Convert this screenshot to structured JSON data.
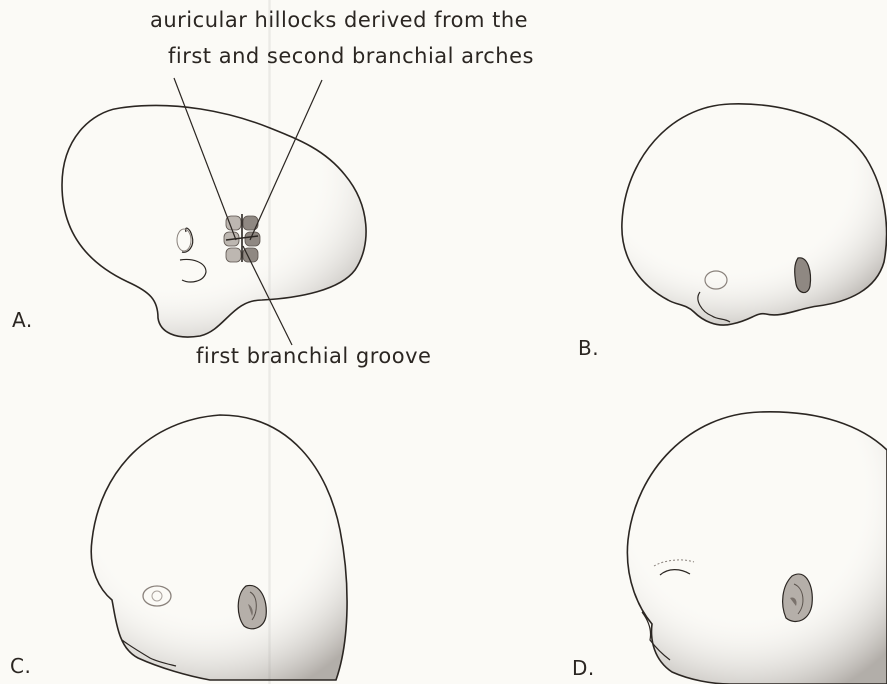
{
  "labels": {
    "hillocks_line1": "auricular hillocks derived from the",
    "hillocks_line2": "first  and  second branchial arches",
    "groove": "first branchial groove"
  },
  "panels": {
    "a": "A.",
    "b": "B.",
    "c": "C.",
    "d": "D."
  },
  "colors": {
    "ink": "#2b2622",
    "stipple": "#6a625c",
    "ear_shade": "#a7a19b",
    "background": "#fbfaf6"
  }
}
